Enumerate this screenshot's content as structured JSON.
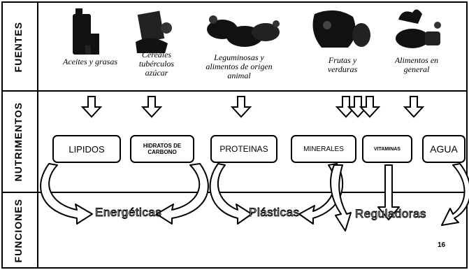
{
  "rows": {
    "fuentes": "FUENTES",
    "nutrimentos": "NUTRIMENTOS",
    "funciones": "FUNCIONES"
  },
  "sources": [
    {
      "label": "Aceites y grasas"
    },
    {
      "label": "Cereales tubérculos azúcar"
    },
    {
      "label": "Leguminosas y alimentos de origen animal"
    },
    {
      "label": "Frutas y verduras"
    },
    {
      "label": "Alimentos en general"
    }
  ],
  "nutrients": [
    {
      "label": "LIPIDOS"
    },
    {
      "label": "HIDRATOS DE CARBONO"
    },
    {
      "label": "PROTEINAS"
    },
    {
      "label": "MINERALES"
    },
    {
      "label": "VITAMINAS"
    },
    {
      "label": "AGUA"
    }
  ],
  "functions": [
    {
      "label": "Energéticas"
    },
    {
      "label": "Plásticas"
    },
    {
      "label": "Reguladoras"
    }
  ],
  "page_number": "16"
}
